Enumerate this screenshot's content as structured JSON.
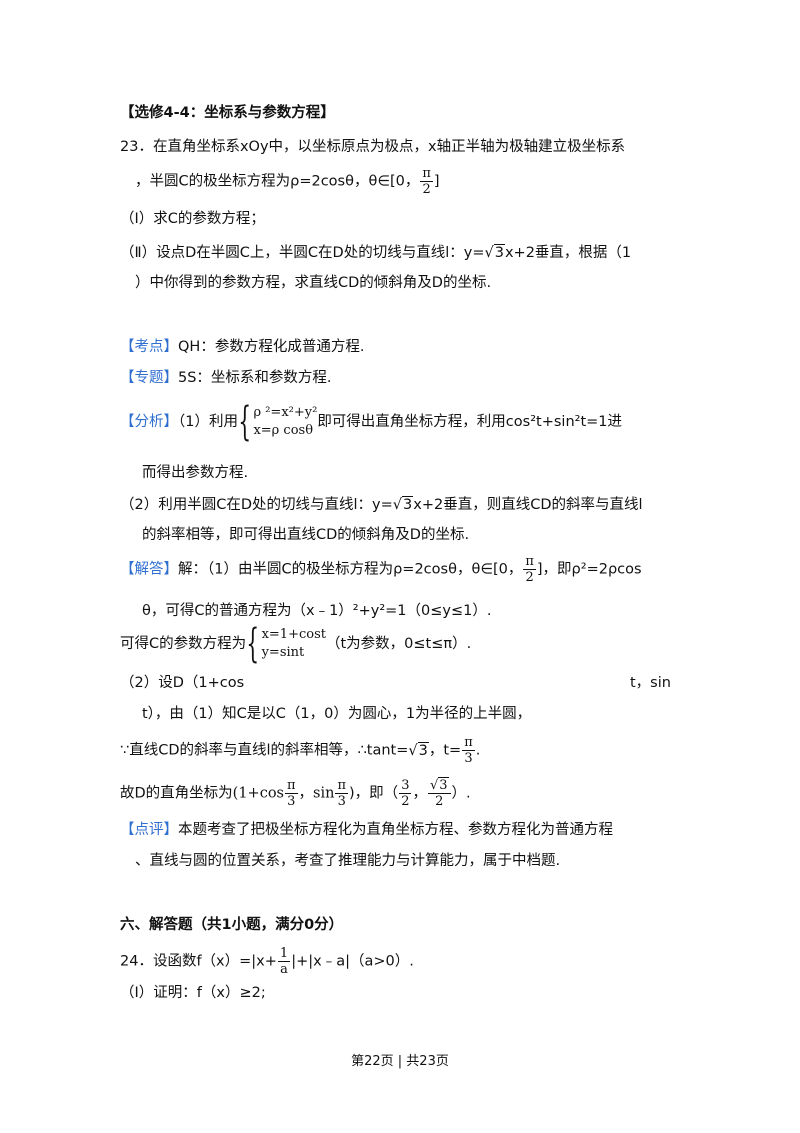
{
  "section_title": "【选修4-4：坐标系与参数方程】",
  "q23": {
    "line1": "23．在直角坐标系xOy中，以坐标原点为极点，x轴正半轴为极轴建立极坐标系",
    "line2_a": "，半圆C的极坐标方程为ρ=2cosθ，θ∈[0，",
    "pi": "π",
    "two": "2",
    "line2_b": "]",
    "part1": "（Ⅰ）求C的参数方程；",
    "part2_a": "（Ⅱ）设点D在半圆C上，半圆C在D处的切线与直线l：y=",
    "sqrt3": "3",
    "part2_b": "x+2垂直，根据（1",
    "part2_c": "）中你得到的参数方程，求直线CD的倾斜角及D的坐标."
  },
  "kaodian": {
    "tag": "【考点】",
    "text": "QH：参数方程化成普通方程."
  },
  "zhuanti": {
    "tag": "【专题】",
    "text": "5S：坐标系和参数方程."
  },
  "fenxi": {
    "tag": "【分析】",
    "pre": "（1）利用",
    "sys_row1": "ρ ²=x²+y²",
    "sys_row2": "x=ρ cosθ",
    "post": "即可得出直角坐标方程，利用cos²t+sin²t=1进",
    "line2": "而得出参数方程.",
    "line3_a": "（2）利用半圆C在D处的切线与直线l：y=",
    "line3_b": "x+2垂直，则直线CD的斜率与直线l",
    "line4": "的斜率相等，即可得出直线CD的倾斜角及D的坐标."
  },
  "jieda": {
    "tag": "【解答】",
    "l1_a": "解：（1）由半圆C的极坐标方程为ρ=2cosθ，θ∈[0，",
    "l1_b": "]，即ρ²=2ρcos",
    "l2": "θ，可得C的普通方程为（x﹣1）²+y²=1（0≤y≤1）.",
    "l3_a": "可得C的参数方程为",
    "sys_row1": "x=1+cost",
    "sys_row2": "y=sint",
    "l3_b": "（t为参数，0≤t≤π）.",
    "l4_a": "（2）设D（1+cos",
    "l4_b": "t，sin",
    "l5": "t），由（1）知C是以C（1，0）为圆心，1为半径的上半圆，",
    "l6_a": "∵直线CD的斜率与直线l的斜率相等，∴tant=",
    "l6_b": "，t=",
    "l6_c": ".",
    "three": "3",
    "l7_a": "故D的直角坐标为",
    "l7_b": "(1+cos",
    "l7_c": "，sin",
    "l7_d": ")，即（",
    "frac_3_2_num": "3",
    "l7_e": "，",
    "l7_f": "）."
  },
  "dianping": {
    "tag": "【点评】",
    "l1": "本题考查了把极坐标方程化为直角坐标方程、参数方程化为普通方程",
    "l2": "、直线与圆的位置关系，考查了推理能力与计算能力，属于中档题."
  },
  "section6": "六、解答题（共1小题，满分0分）",
  "q24": {
    "l1_a": "24．设函数f（x）=|x+",
    "one": "1",
    "a": "a",
    "l1_b": "|+|x﹣a|（a>0）.",
    "part1": "（Ⅰ）证明：f（x）≥2;"
  },
  "footer": "第22页 | 共23页",
  "colors": {
    "accent_blue": "#2f6fd0",
    "text": "#111111"
  }
}
